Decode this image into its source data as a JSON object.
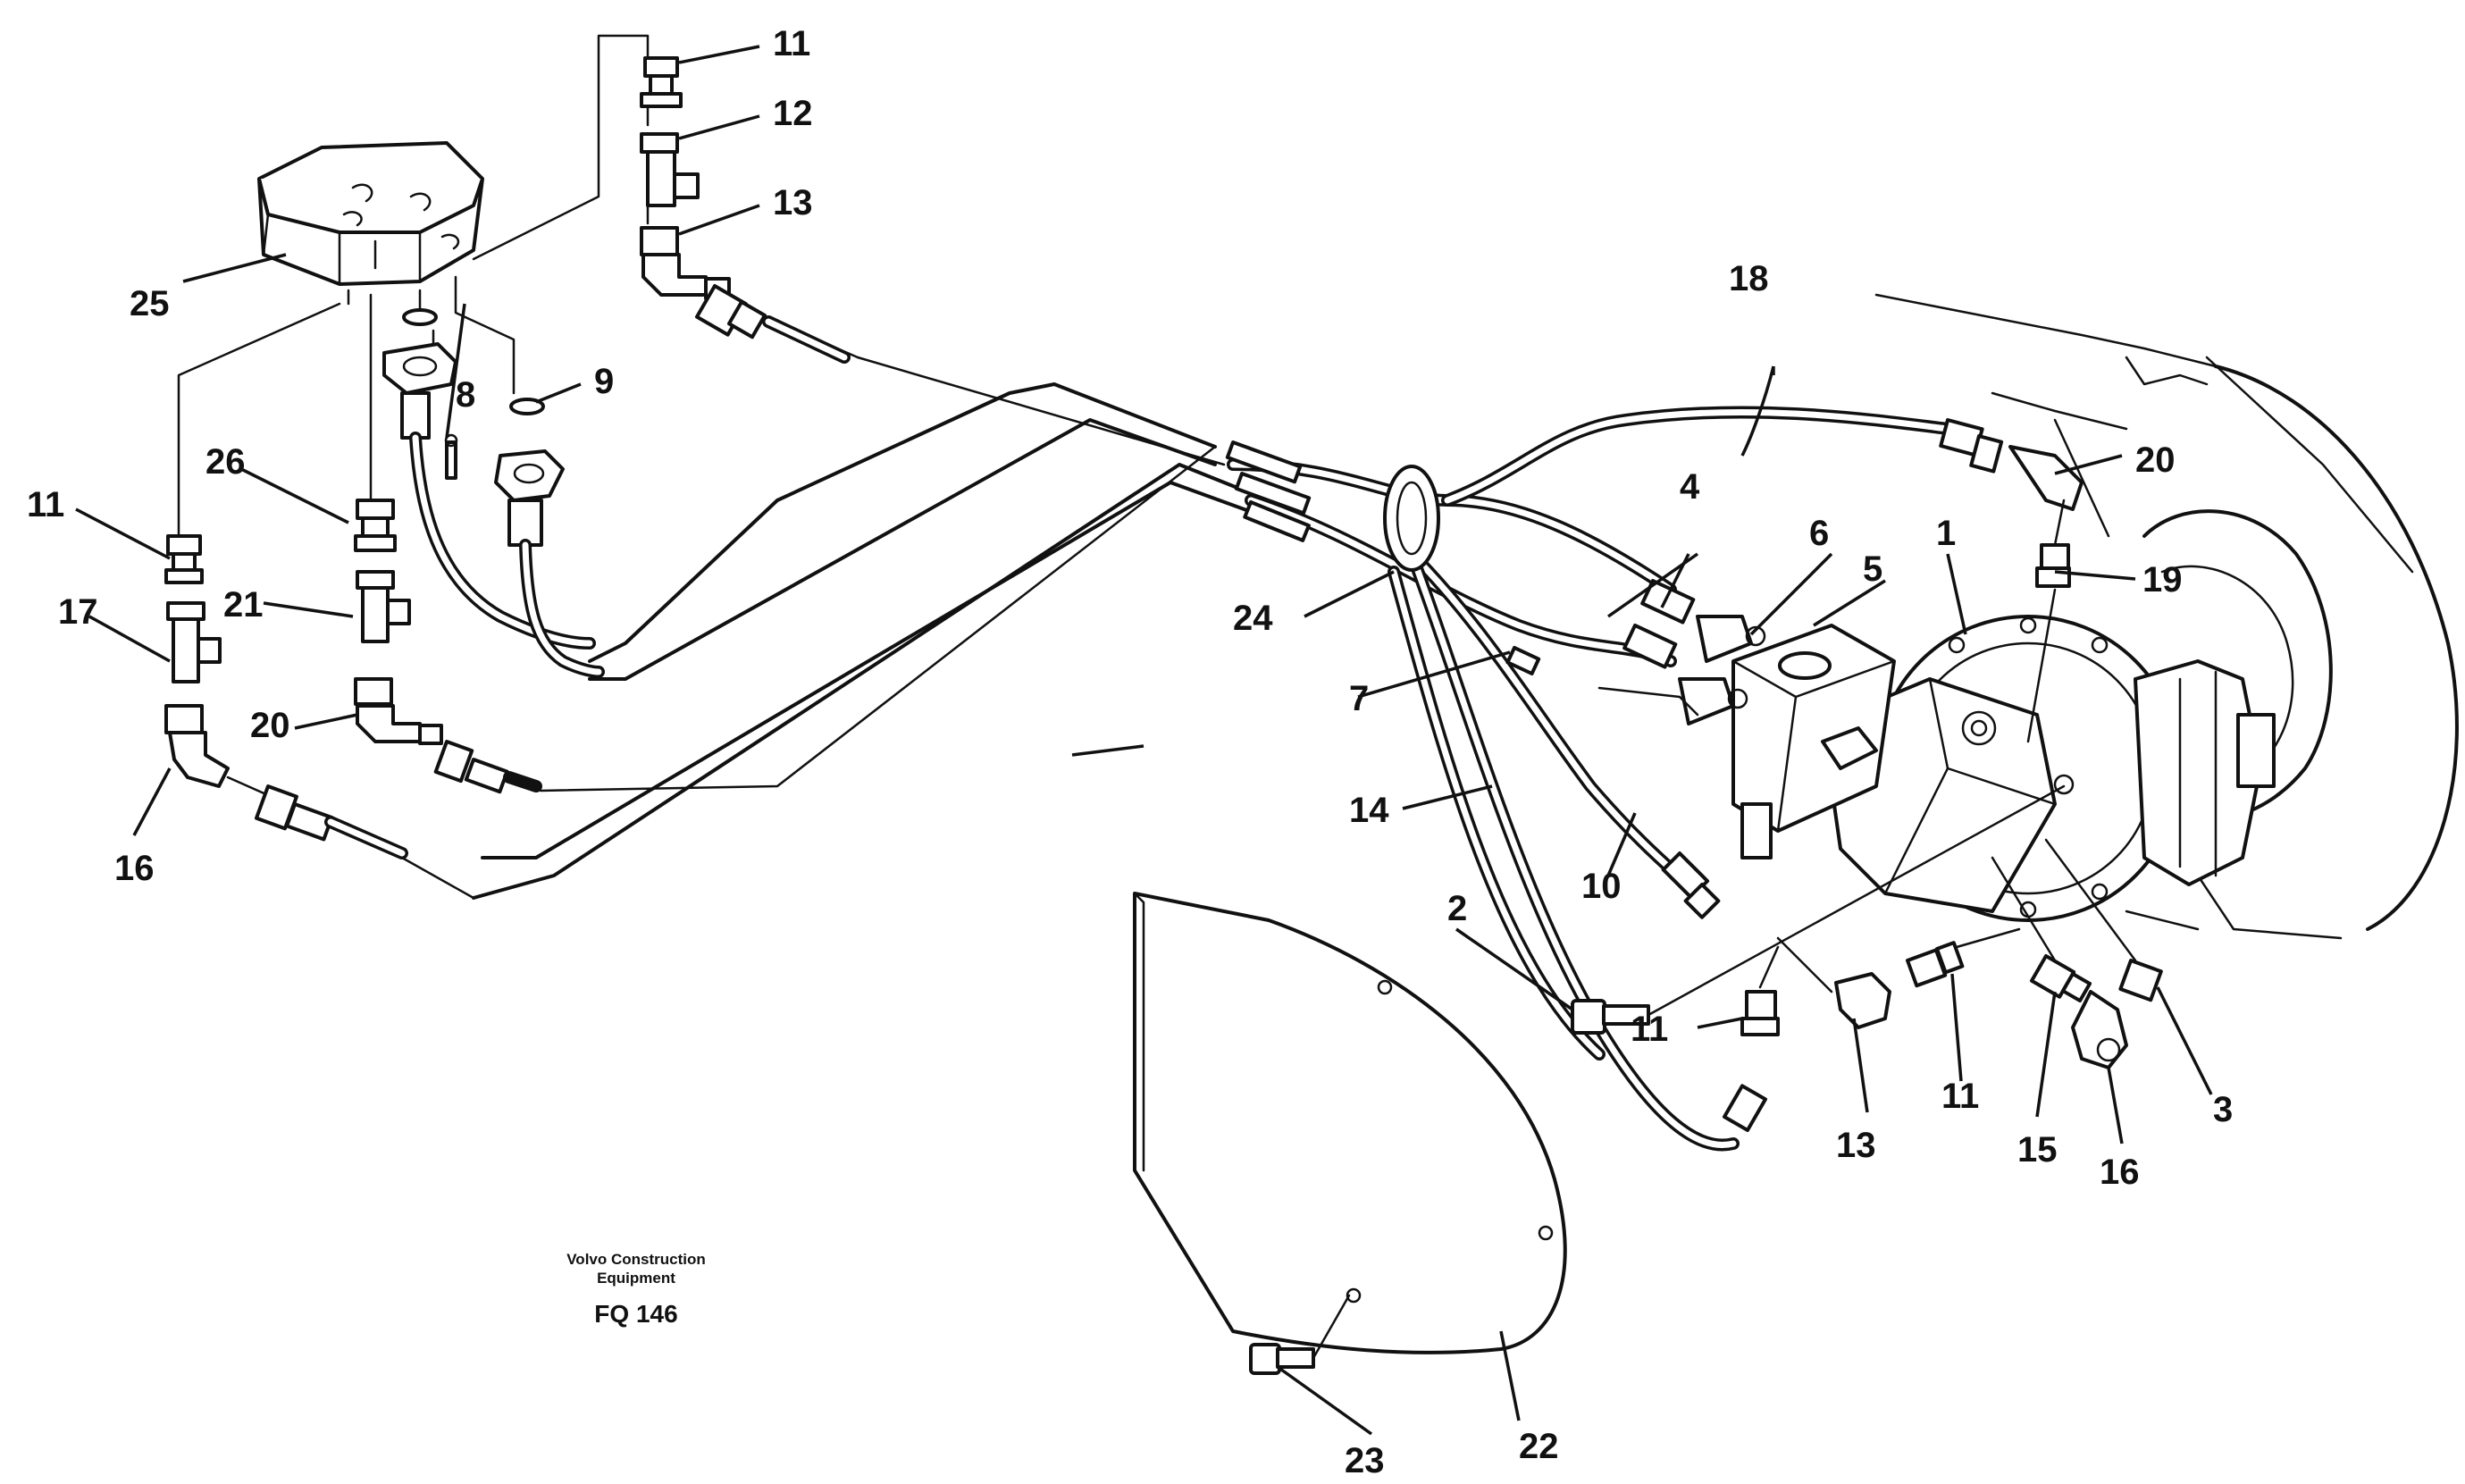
{
  "callouts": {
    "c1": "1",
    "c2": "2",
    "c3": "3",
    "c4": "4",
    "c5": "5",
    "c6": "6",
    "c7": "7",
    "c8": "8",
    "c9": "9",
    "c10": "10",
    "c11a": "11",
    "c11b": "11",
    "c11c": "11",
    "c11d": "11",
    "c12": "12",
    "c13a": "13",
    "c13b": "13",
    "c14": "14",
    "c15": "15",
    "c16a": "16",
    "c16b": "16",
    "c17": "17",
    "c18": "18",
    "c19": "19",
    "c20a": "20",
    "c20b": "20",
    "c21": "21",
    "c22": "22",
    "c23": "23",
    "c24": "24",
    "c25": "25",
    "c26": "26"
  },
  "caption": {
    "company_line1": "Volvo Construction",
    "company_line2": "Equipment",
    "code": "FQ 146"
  }
}
